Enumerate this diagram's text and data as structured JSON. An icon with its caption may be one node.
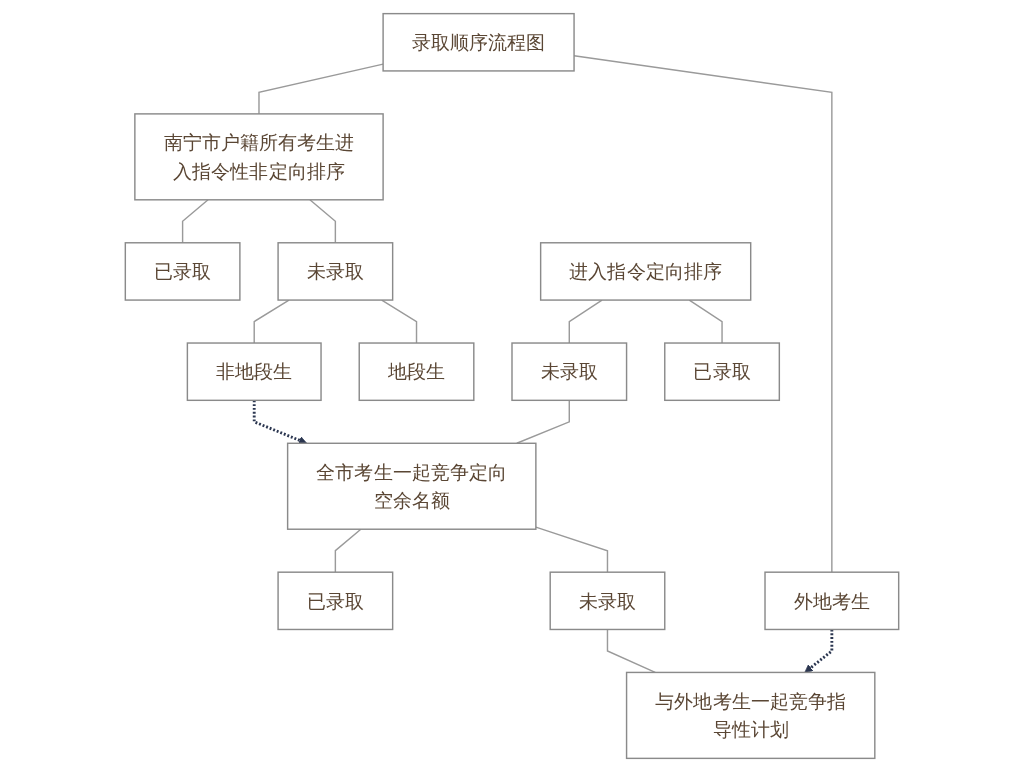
{
  "diagram": {
    "nodes": [
      {
        "text": [
          "录取顺序流程图"
        ]
      },
      {
        "text": [
          "南宁市户籍所有考生进入指令性非定向排序"
        ]
      },
      {
        "text": [
          "外地考生"
        ]
      },
      {
        "text": [
          "已录取"
        ]
      },
      {
        "text": [
          "未录取"
        ]
      },
      {
        "text": [
          "非地段生"
        ]
      },
      {
        "text": [
          "地段生"
        ]
      },
      {
        "text": [
          "进入指令定向排序"
        ]
      },
      {
        "text": [
          "未录取"
        ]
      },
      {
        "text": [
          "已录取"
        ]
      },
      {
        "text": [
          "全市考生一起竞争定向空余名额"
        ]
      },
      {
        "text": [
          "已录取"
        ]
      },
      {
        "text": [
          "未录取"
        ]
      },
      {
        "text": [
          "与外地考生一起竞争指导性计划"
        ]
      }
    ],
    "edges": [
      {
        "from": 0,
        "to": 1,
        "arrow": "none"
      },
      {
        "from": 0,
        "to": 2,
        "arrow": "none"
      },
      {
        "from": 1,
        "to": 3,
        "arrow": "none"
      },
      {
        "from": 1,
        "to": 4,
        "arrow": "none"
      },
      {
        "from": 4,
        "to": 5,
        "arrow": "none"
      },
      {
        "from": 4,
        "to": 6,
        "arrow": "none"
      },
      {
        "from": 7,
        "to": 8,
        "arrow": "none"
      },
      {
        "from": 7,
        "to": 9,
        "arrow": "none"
      },
      {
        "from": 8,
        "to": 10,
        "arrow": "none"
      },
      {
        "from": 5,
        "to": 10,
        "arrow": "to",
        "style": "dashed",
        "color": "#2b3650"
      },
      {
        "from": 10,
        "to": 11,
        "arrow": "none"
      },
      {
        "from": 10,
        "to": 12,
        "arrow": "none"
      },
      {
        "from": 12,
        "to": 13,
        "arrow": "none"
      },
      {
        "from": 2,
        "to": 13,
        "arrow": "to",
        "style": "dashed",
        "color": "#2b3650"
      }
    ]
  }
}
